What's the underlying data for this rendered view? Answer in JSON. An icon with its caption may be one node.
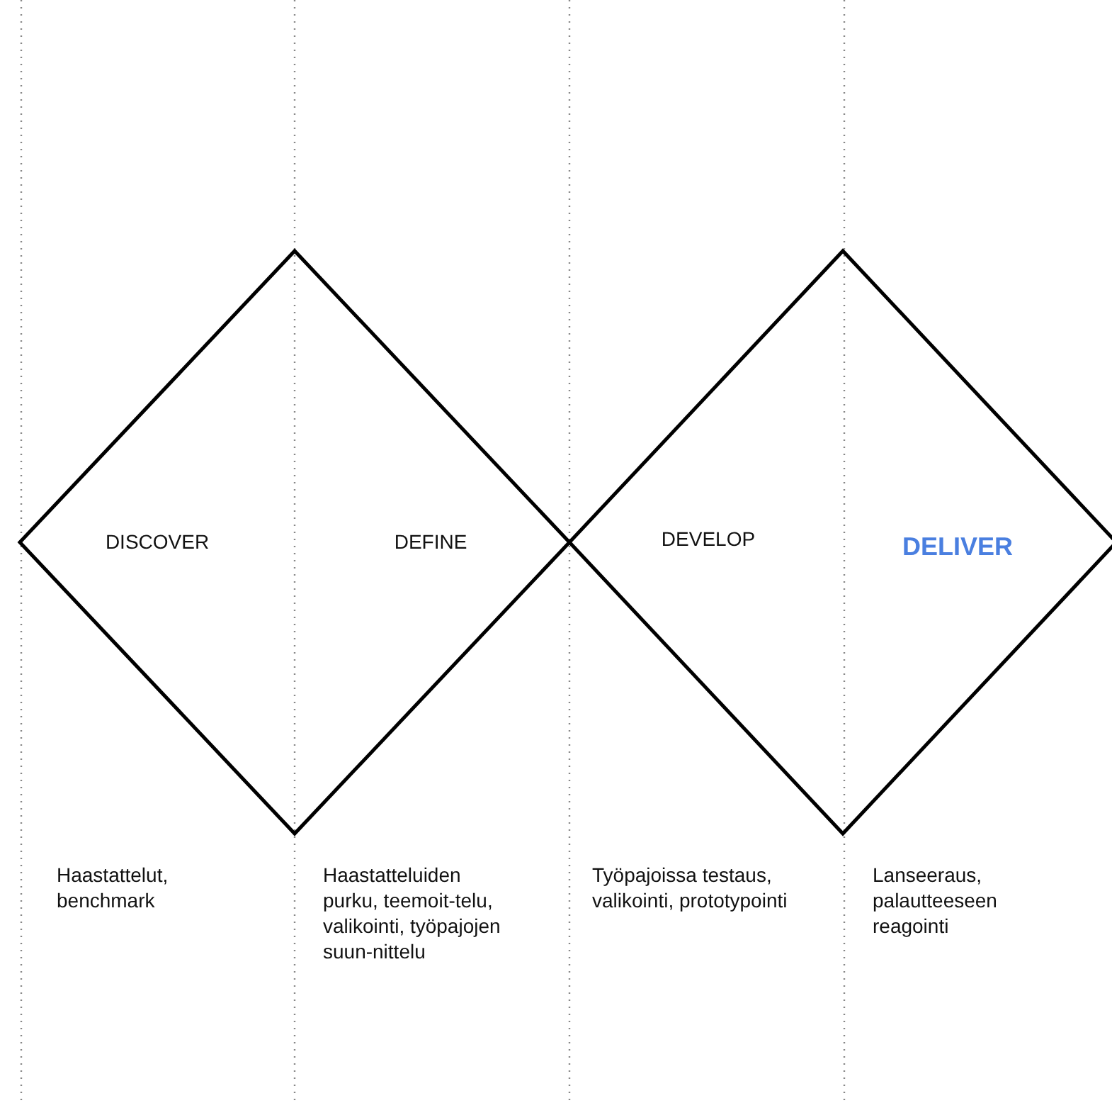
{
  "diagram": {
    "nodes": [
      {
        "text": [
          "DISCOVER",
          "DEFINE"
        ]
      },
      {
        "text": [
          "DEVELOP",
          "DELIVER"
        ]
      }
    ],
    "labels": [
      "Haastattelut, benchmark",
      "Haastatteluiden purku, teemoit-telu, valikointi, työpajojen suun-nittelu",
      "Työpajoissa testaus, valikointi, prototypointi",
      "Lanseeraus, palautteeseen reagointi"
    ]
  }
}
